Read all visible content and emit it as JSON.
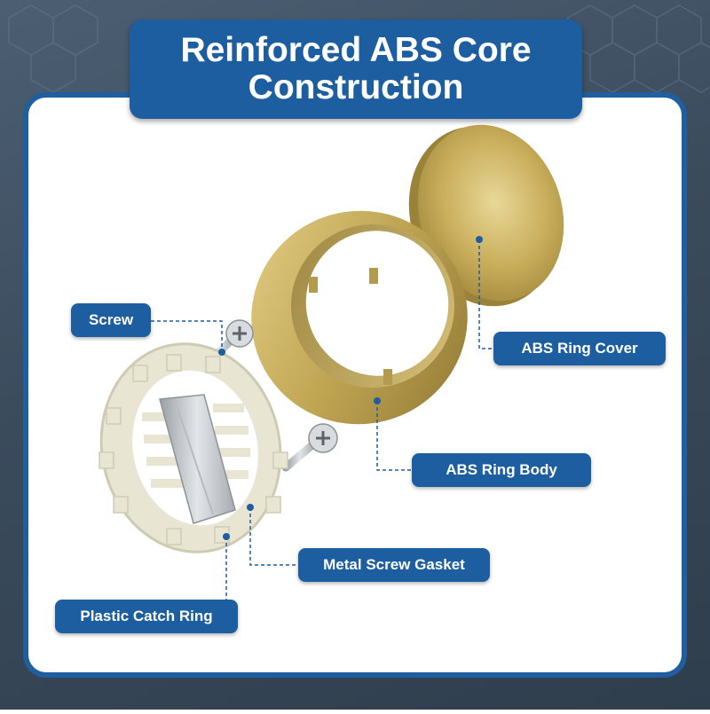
{
  "title": {
    "line1": "Reinforced ABS Core",
    "line2": "Construction"
  },
  "labels": {
    "screw": "Screw",
    "ring_cover": "ABS Ring Cover",
    "ring_body": "ABS Ring Body",
    "gasket": "Metal Screw Gasket",
    "catch_ring": "Plastic Catch Ring"
  },
  "colors": {
    "brand_blue": "#1c5ea0",
    "brass": "#c8b05a",
    "plastic": "#ece9d8",
    "background": "#3d4e60"
  }
}
